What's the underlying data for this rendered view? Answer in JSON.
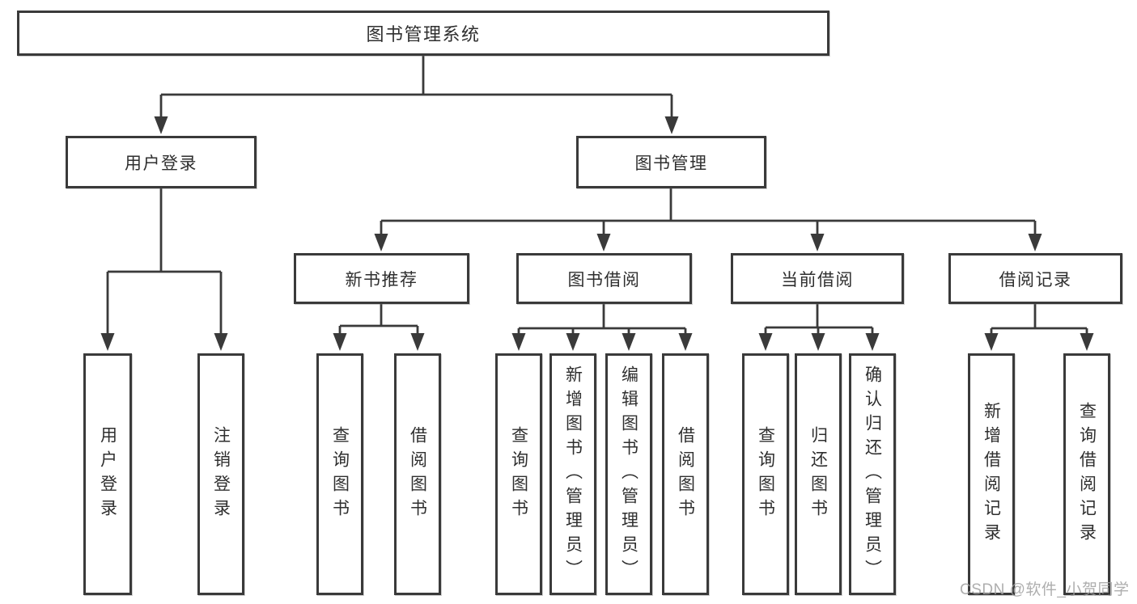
{
  "colors": {
    "line": "#3a3a3a",
    "box_border": "#3a3a3a",
    "box_fill": "#ffffff",
    "text": "#2f2f2f",
    "watermark": "#a0a0a0"
  },
  "diagram": {
    "root": {
      "label": "图书管理系统"
    },
    "level2": [
      {
        "label": "用户登录"
      },
      {
        "label": "图书管理"
      }
    ],
    "level3": [
      {
        "label": "新书推荐"
      },
      {
        "label": "图书借阅"
      },
      {
        "label": "当前借阅"
      },
      {
        "label": "借阅记录"
      }
    ],
    "leaves": {
      "user_login": [
        {
          "label": "用户登录"
        },
        {
          "label": "注销登录"
        }
      ],
      "new_book_recommend": [
        {
          "label": "查询图书"
        },
        {
          "label": "借阅图书"
        }
      ],
      "book_borrow": [
        {
          "label": "查询图书"
        },
        {
          "label": "新增图书（管理员）"
        },
        {
          "label": "编辑图书（管理员）"
        },
        {
          "label": "借阅图书"
        }
      ],
      "current_borrow": [
        {
          "label": "查询图书"
        },
        {
          "label": "归还图书"
        },
        {
          "label": "确认归还（管理员）"
        }
      ],
      "borrow_records": [
        {
          "label": "新增借阅记录"
        },
        {
          "label": "查询借阅记录"
        }
      ]
    }
  },
  "watermark": {
    "text": "CSDN @软件_小贺同学"
  }
}
